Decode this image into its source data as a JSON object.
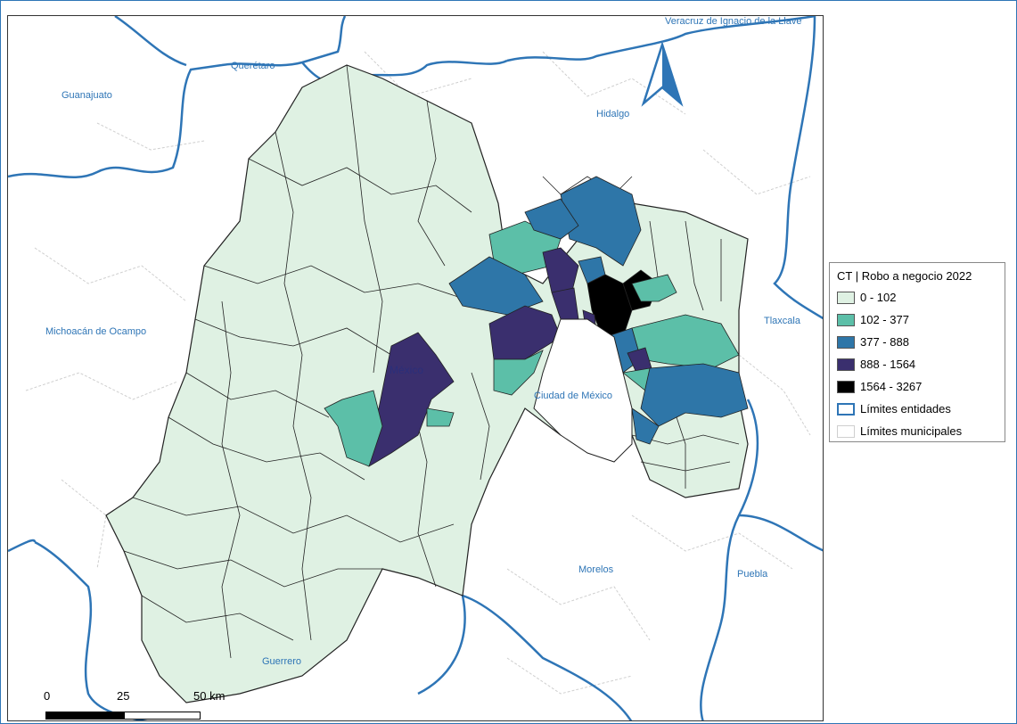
{
  "legend": {
    "title": "CT | Robo a negocio 2022",
    "classes": [
      {
        "label": "0 - 102",
        "color": "#dff1e3"
      },
      {
        "label": "102 - 377",
        "color": "#5cbfa8"
      },
      {
        "label": "377 - 888",
        "color": "#2e76a8"
      },
      {
        "label": "888 - 1564",
        "color": "#3a2f6e"
      },
      {
        "label": "1564 - 3267",
        "color": "#000000"
      }
    ],
    "lines": [
      {
        "label": "Límites entidades",
        "color": "#2e75b6"
      },
      {
        "label": "Límites municipales",
        "color": "#cfcfcf"
      }
    ]
  },
  "states": {
    "veracruz": "Veracruz de Ignacio de la Llave",
    "queretaro": "Querétaro",
    "guanajuato": "Guanajuato",
    "hidalgo": "Hidalgo",
    "michoacan": "Michoacán de Ocampo",
    "tlaxcala": "Tlaxcala",
    "mexico": "México",
    "cdmx": "Ciudad de México",
    "morelos": "Morelos",
    "puebla": "Puebla",
    "guerrero": "Guerrero"
  },
  "scale_bar": {
    "labels": [
      "0",
      "25",
      "50 km"
    ]
  },
  "colors": {
    "state_boundary": "#2e75b6",
    "municipal_boundary": "#c8c8c8",
    "frame": "#2e75b6"
  }
}
